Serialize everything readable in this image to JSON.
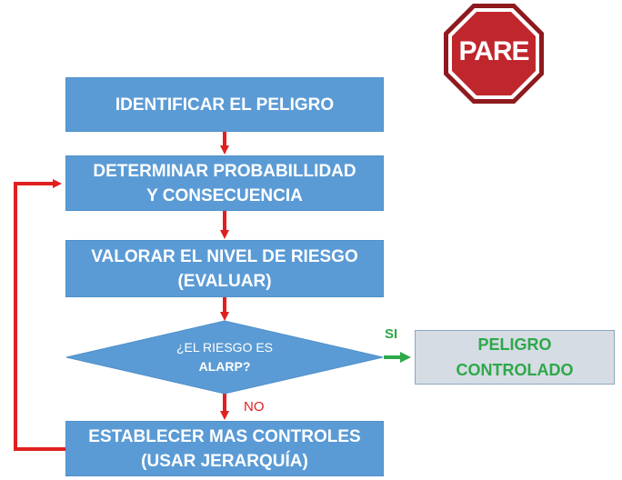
{
  "flow": {
    "step1": "IDENTIFICAR EL PELIGRO",
    "step2": [
      "DETERMINAR PROBABILLIDAD",
      "Y CONSECUENCIA"
    ],
    "step3": [
      "VALORAR EL NIVEL DE RIESGO",
      "(EVALUAR)"
    ],
    "decision": [
      "¿EL RIESGO ES",
      "ALARP?"
    ],
    "step4": [
      "ESTABLECER MAS CONTROLES",
      "(USAR JERARQUÍA)"
    ],
    "result": [
      "PELIGRO",
      "CONTROLADO"
    ],
    "yes_label": "SI",
    "no_label": "NO"
  },
  "stop_sign": {
    "text": "PARE"
  },
  "colors": {
    "box": "#5b9bd5",
    "arrow_red": "#e02020",
    "arrow_green": "#2ea84a",
    "result_bg": "#d5dce4",
    "stop_red": "#c0272d"
  },
  "icons": [
    "stop-sign-icon"
  ]
}
